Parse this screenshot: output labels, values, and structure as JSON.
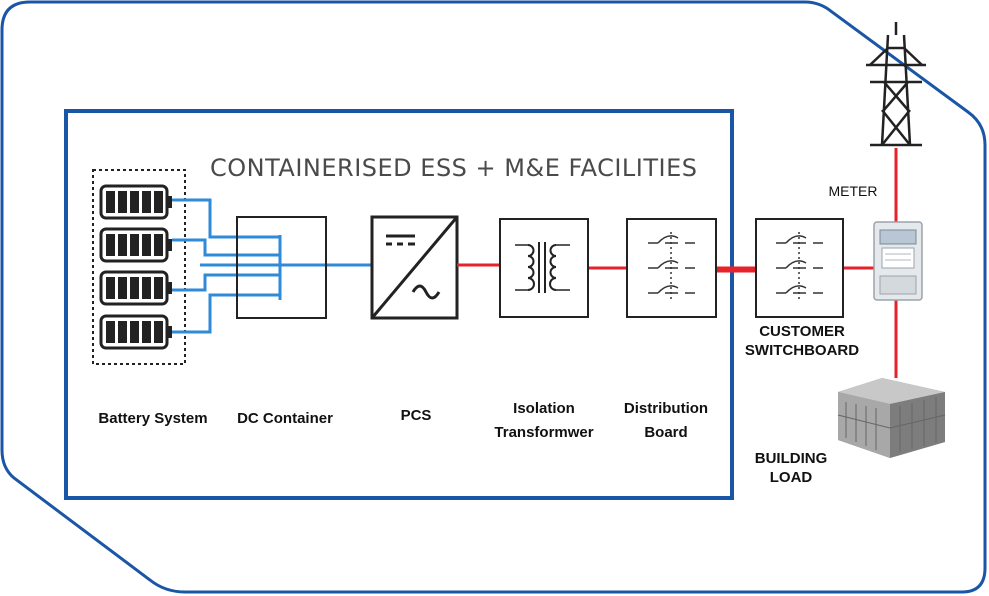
{
  "title": "CONTAINERISED ESS + M&E FACILITIES",
  "labels": {
    "battery_system": "Battery System",
    "dc_container": "DC Container",
    "pcs": "PCS",
    "isolation_transformer": "Isolation\nTransformwer",
    "distribution_board": "Distribution\nBoard",
    "customer_switchboard": "CUSTOMER\nSWITCHBOARD",
    "meter": "METER",
    "building_load": "BUILDING\nLOAD"
  },
  "colors": {
    "outline_blue": "#1a56a6",
    "dc_line": "#2f8ad8",
    "ac_line": "#e8222a",
    "icon_dark": "#222222",
    "building_gray": "#8a8a8a"
  },
  "icons": {
    "transmission_tower": "transmission-tower-icon",
    "meter": "electric-meter-icon",
    "building": "building-icon",
    "battery": "battery-icon",
    "inverter": "inverter-icon",
    "transformer": "transformer-icon",
    "breaker": "circuit-breaker-icon"
  }
}
